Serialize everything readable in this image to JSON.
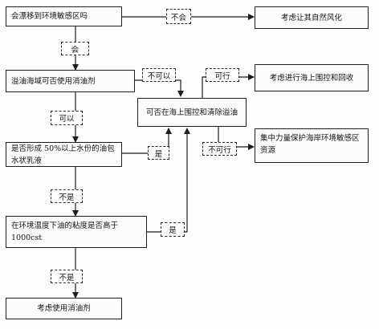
{
  "nodes": {
    "drift": "会漂移到环境敏感区吗",
    "natural": "考虑让其自然风化",
    "dispersant_allowed": "溢油海域可否使用消油剂",
    "contain": "可否在海上围控和清除溢油",
    "recover": "考虑进行海上围控和回收",
    "protect": "集中力量保护海岸环境敏感区资源",
    "emulsion": "是否形成 50%以上水份的油包水状乳液",
    "viscosity": "在环境温度下油的粘度是否高于1000cst",
    "use_dispersant": "考虑使用消油剂"
  },
  "edge_labels": {
    "no_will": "不会",
    "will": "会",
    "cannot": "不可以",
    "feasible": "可行",
    "can": "可以",
    "yes_1": "是",
    "not_feasible": "不可行",
    "no_1": "不是",
    "yes_2": "是",
    "no_2": "不是"
  }
}
